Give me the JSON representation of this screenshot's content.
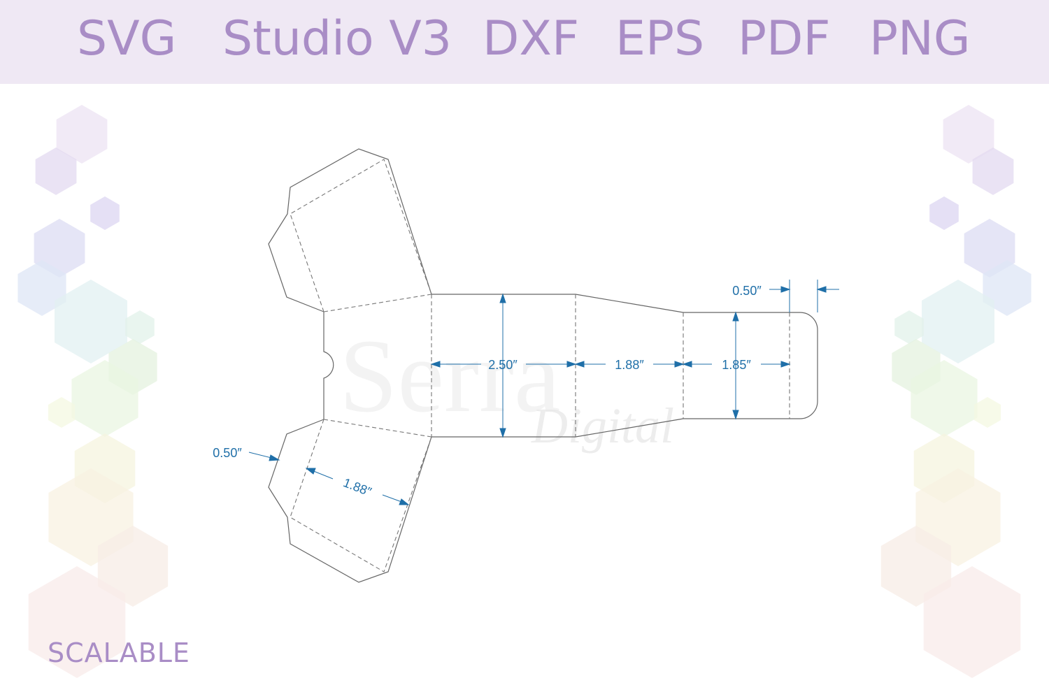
{
  "formats": [
    "SVG",
    "Studio V3",
    "DXF",
    "EPS",
    "PDF",
    "PNG"
  ],
  "badge": "SCALABLE",
  "watermark": {
    "main": "Serra",
    "sub": "Digital"
  },
  "dimensions": {
    "body_height": "2.50″",
    "roof_width": "1.88″",
    "handle_height": "1.85″",
    "tab_width": "0.50″",
    "flap_width": "1.88″",
    "flap_tab": "0.50″"
  },
  "colors": {
    "accent": "#a98dc6",
    "banner": "#efe8f4",
    "dimension": "#1f6fa8",
    "outline": "#666666"
  }
}
